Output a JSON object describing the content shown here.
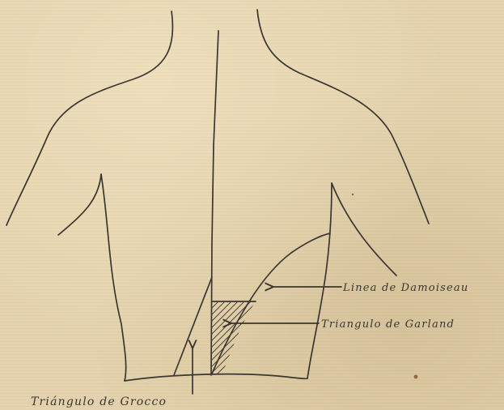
{
  "labels": {
    "damoiseau": "Linea de Damoiseau",
    "garland": "Triangulo de Garland",
    "grocco": "Triángulo de Grocco"
  },
  "colors": {
    "paper": "#e4d3ae",
    "ink": "#3a3630"
  }
}
